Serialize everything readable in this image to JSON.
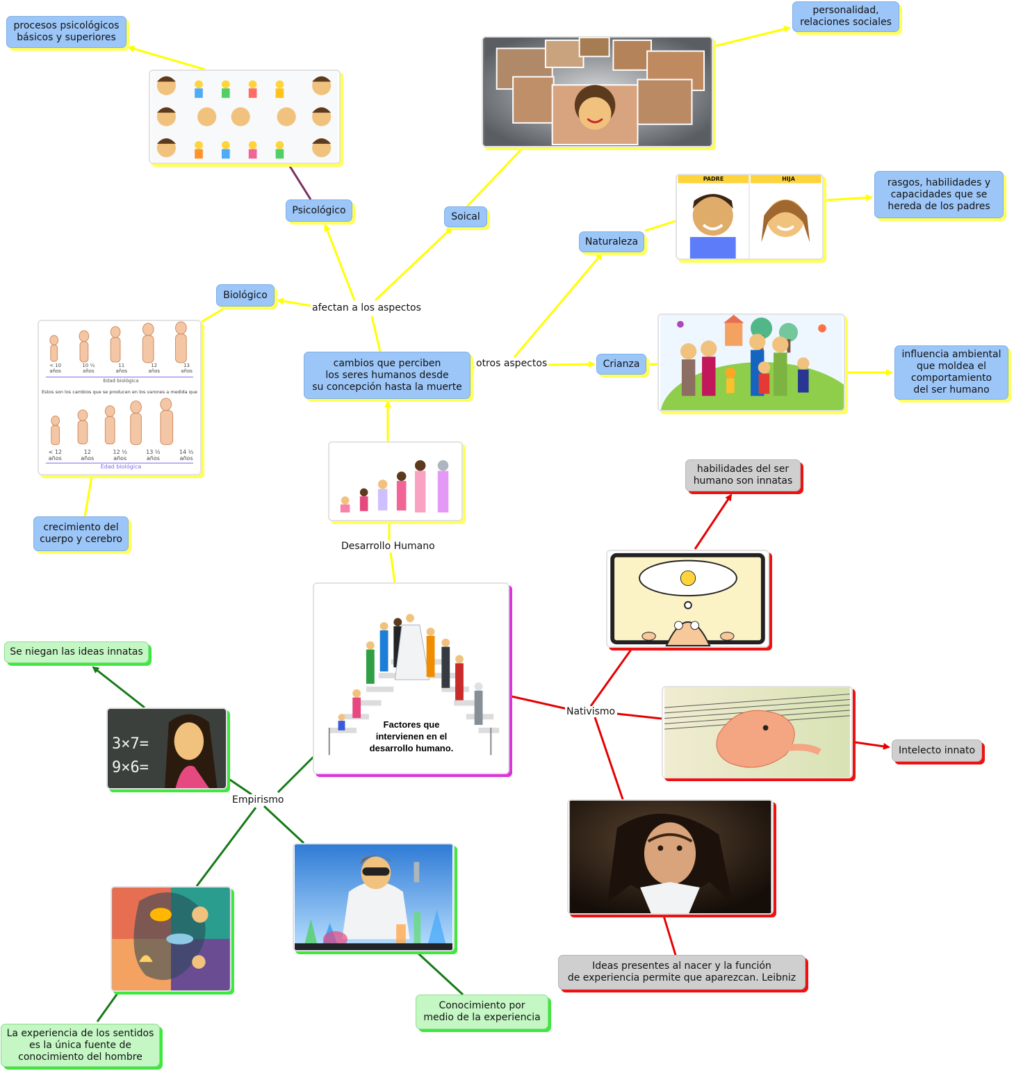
{
  "central_topic": {
    "text": "Factores que\nintervienen en el\ndesarrollo humano."
  },
  "link_labels": {
    "desarrollo": "Desarrollo Humano",
    "afectan": "afectan a los aspectos",
    "otros": "otros aspectos",
    "nativismo": "Nativismo",
    "empirismo": "Empirismo"
  },
  "nodes": {
    "cambios": "cambios que perciben\nlos seres humanos desde\nsu concepción hasta la muerte",
    "biologico": "Biológico",
    "psicologico": "Psicológico",
    "soical": "Soical",
    "naturaleza": "Naturaleza",
    "crianza": "Crianza",
    "procesos": "procesos psicológicos\nbásicos y superiores",
    "personalidad": "personalidad,\nrelaciones sociales",
    "rasgos": "rasgos, habilidades y\ncapacidades que se\nhereda de los padres",
    "influencia": "influencia ambiental\nque moldea el\ncomportamiento\ndel ser humano",
    "crecimiento": "crecimiento del\ncuerpo y cerebro",
    "habilidades": "habilidades del ser\nhumano son innatas",
    "intelecto": "Intelecto innato",
    "ideas": "Ideas presentes al nacer y la función\nde experiencia permite que aparezcan.  Leibniz",
    "niegan": "Se niegan las ideas innatas",
    "conocimiento": "Conocimiento por\nmedio de la experiencia",
    "experiencia": "La experiencia de los sentidos\nes la única fuente de\nconocimiento del hombre"
  },
  "image_text": {
    "padre": "PADRE",
    "hija": "HIJA",
    "edad_biologica": "Edad biológica",
    "cambios_varones": "Estos son los cambios que se producen en los varones a medida que",
    "ages_top": [
      "< 10\naños",
      "10 ½\naños",
      "11\naños",
      "12\naños",
      "13\naños"
    ],
    "ages_bottom": [
      "< 12\naños",
      "12\naños",
      "12 ½\naños",
      "13 ½\naños",
      "14 ½\naños"
    ],
    "math1": "3×7=",
    "math2": "9×6="
  },
  "colors": {
    "yellow_link": "#ffff00",
    "red_link": "#e60000",
    "green_link": "#157a15",
    "purple_link": "#7a3060",
    "magenta_shadow": "#dd33dd",
    "blue_node": "#9cc6f8",
    "green_node": "#c5f7c5",
    "gray_node": "#cfcfcf"
  }
}
